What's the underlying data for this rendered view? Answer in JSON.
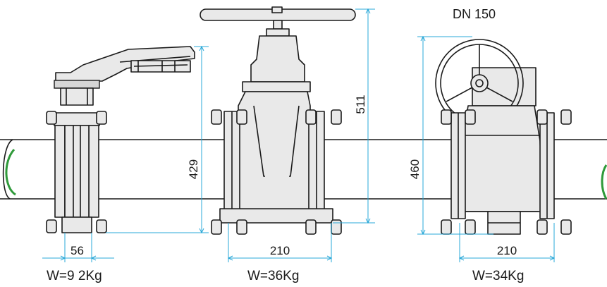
{
  "header": {
    "pressure_label": "DN 150"
  },
  "valves": [
    {
      "id": "butterfly",
      "dimensions": {
        "face_to_face": "56",
        "height": "429"
      },
      "weight_label": "W=9 2Kg"
    },
    {
      "id": "gate",
      "dimensions": {
        "face_to_face": "210",
        "height": "511"
      },
      "weight_label": "W=36Kg"
    },
    {
      "id": "plug",
      "dimensions": {
        "face_to_face": "210",
        "height": "460"
      },
      "weight_label": "W=34Kg"
    }
  ],
  "colors": {
    "outline": "#1a1a1a",
    "dimension": "#29a8d8",
    "pipe_band": "#2f9a3a",
    "fill": "#e9e9e9"
  }
}
